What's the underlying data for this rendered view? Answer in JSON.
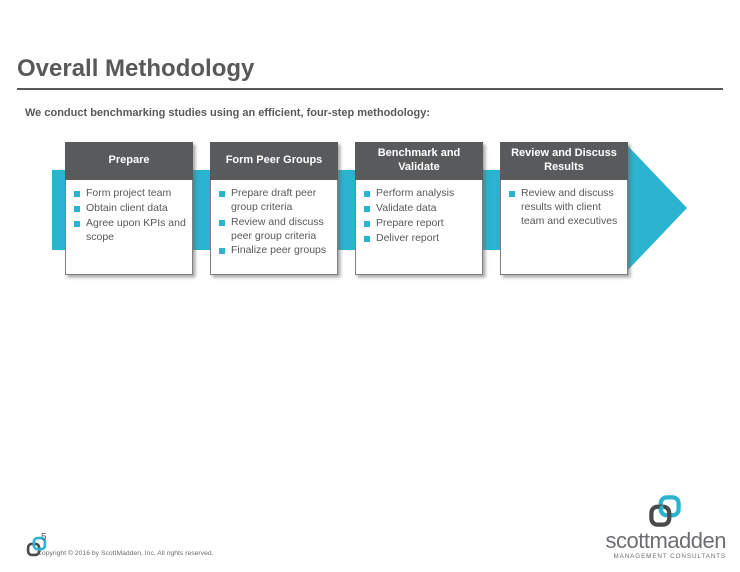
{
  "slide": {
    "title": "Overall Methodology",
    "subtitle": "We conduct benchmarking studies using an efficient, four-step methodology:",
    "page_number": "5",
    "copyright": "Copyright © 2016 by ScottMadden, Inc. All rights reserved."
  },
  "colors": {
    "teal": "#2AB4CF",
    "header_gray": "#595A5C",
    "text_gray": "#58595B"
  },
  "steps": [
    {
      "title": "Prepare",
      "bullets": [
        "Form project team",
        "Obtain client data",
        "Agree upon KPIs and scope"
      ]
    },
    {
      "title": "Form Peer Groups",
      "bullets": [
        "Prepare draft peer group criteria",
        "Review and discuss peer group criteria",
        "Finalize peer groups"
      ]
    },
    {
      "title": "Benchmark and Validate",
      "bullets": [
        "Perform analysis",
        "Validate data",
        "Prepare report",
        "Deliver report"
      ]
    },
    {
      "title": "Review and Discuss Results",
      "bullets": [
        "Review and discuss results with client team and executives"
      ]
    }
  ],
  "logo": {
    "name": "scottmadden",
    "tagline": "MANAGEMENT CONSULTANTS"
  }
}
